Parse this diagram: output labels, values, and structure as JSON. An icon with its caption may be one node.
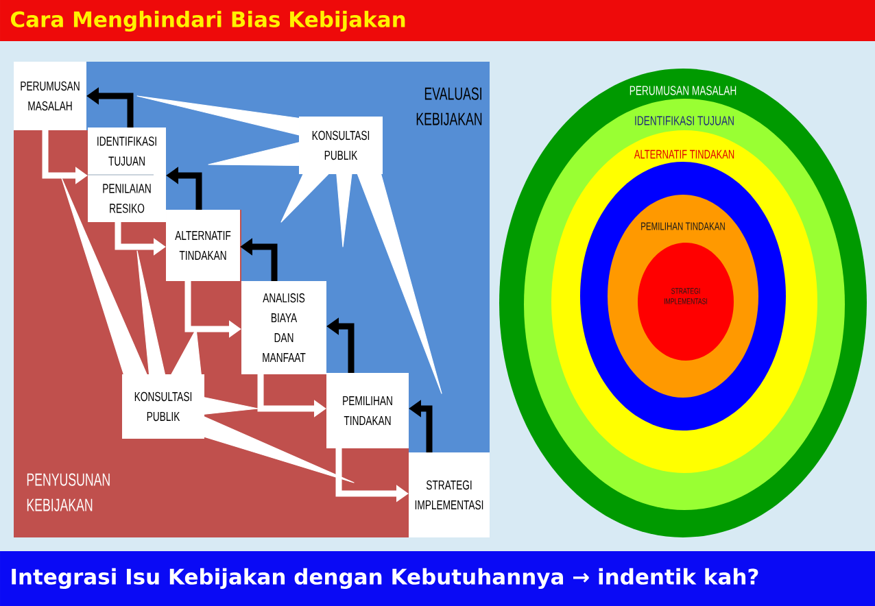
{
  "diagram": {
    "title": "Cara Menghindari Bias Kebijakan",
    "caption": "Integrasi Isu Kebijakan dengan Kebutuhannya → indentik kah?",
    "nodes": [
      {
        "text": [
          "PERUMUSAN MASALAH"
        ]
      },
      {
        "text": [
          "IDENTIFIKASI TUJUAN",
          "PENILAIAN RESIKO"
        ]
      },
      {
        "text": [
          "ALTERNATIF TINDAKAN"
        ]
      },
      {
        "text": [
          "ANALISIS BIAYA DAN MANFAAT"
        ]
      },
      {
        "text": [
          "PEMILIHAN TINDAKAN"
        ]
      },
      {
        "text": [
          "STRATEGI IMPLEMENTASI"
        ]
      },
      {
        "text": [
          "KONSULTASI PUBLIK"
        ]
      },
      {
        "text": [
          "KONSULTASI PUBLIK"
        ]
      },
      {
        "text": [
          "PERUMUSAN MASALAH"
        ]
      },
      {
        "text": [
          "IDENTIFIKASI TUJUAN"
        ],
        "in": 8
      },
      {
        "text": [
          "ALTERNATIF TINDAKAN"
        ],
        "in": 9
      },
      {
        "text": [],
        "shape": "ellipse",
        "in": 10
      },
      {
        "text": [
          "PEMILIHAN TINDAKAN"
        ],
        "in": 11
      },
      {
        "text": [
          "STRATEGI IMPLEMENTASI"
        ],
        "in": 12
      }
    ],
    "edges": [
      {
        "from": 0,
        "to": 1,
        "arrow": "to"
      },
      {
        "from": 1,
        "to": 2,
        "arrow": "to"
      },
      {
        "from": 2,
        "to": 3,
        "arrow": "to"
      },
      {
        "from": 3,
        "to": 4,
        "arrow": "to"
      },
      {
        "from": 4,
        "to": 5,
        "arrow": "to"
      },
      {
        "from": 1,
        "to": 0,
        "arrow": "to",
        "color": "#000000"
      },
      {
        "from": 2,
        "to": 1,
        "arrow": "to",
        "color": "#000000"
      },
      {
        "from": 3,
        "to": 2,
        "arrow": "to",
        "color": "#000000"
      },
      {
        "from": 4,
        "to": 3,
        "arrow": "to",
        "color": "#000000"
      },
      {
        "from": 5,
        "to": 4,
        "arrow": "to",
        "color": "#000000"
      },
      {
        "from": 6,
        "to": null,
        "arrow": "to"
      },
      {
        "from": 6,
        "to": null,
        "arrow": "to"
      },
      {
        "from": 6,
        "to": null,
        "arrow": "to"
      },
      {
        "from": 6,
        "to": null,
        "arrow": "to"
      },
      {
        "from": 6,
        "to": null,
        "arrow": "to"
      },
      {
        "from": 7,
        "to": null,
        "arrow": "to"
      },
      {
        "from": 7,
        "to": null,
        "arrow": "to"
      },
      {
        "from": 7,
        "to": null,
        "arrow": "to"
      },
      {
        "from": 7,
        "to": null,
        "arrow": "to"
      },
      {
        "from": 7,
        "to": null,
        "arrow": "to"
      }
    ],
    "labels": [
      "EVALUASI KEBIJAKAN",
      "PENYUSUNAN KEBIJAKAN"
    ]
  }
}
